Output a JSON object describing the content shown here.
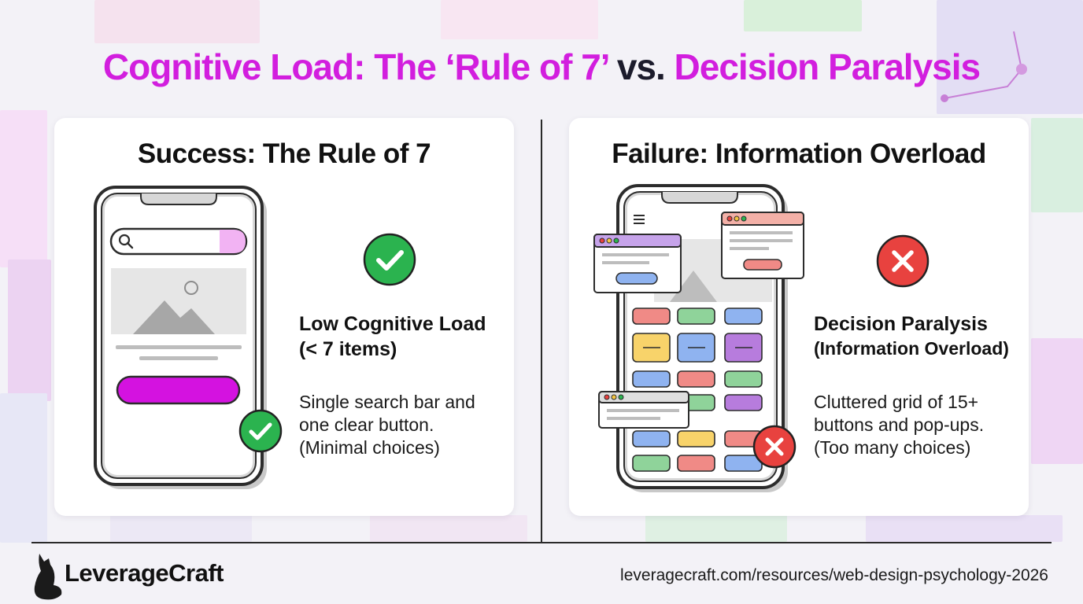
{
  "header": {
    "title_part1": "Cognitive Load: The ‘Rule of 7’",
    "title_vs": "vs.",
    "title_part2": "Decision Paralysis"
  },
  "success_card": {
    "title": "Success: The Rule of 7",
    "heading_line1": "Low Cognitive Load",
    "heading_line2": "(< 7 items)",
    "description_line1": "Single search bar and",
    "description_line2": "one clear button.",
    "description_line3": "(Minimal choices)",
    "status_icon": "check-circle-icon"
  },
  "failure_card": {
    "title": "Failure: Information Overload",
    "heading_line1": "Decision Paralysis",
    "heading_line2": "(Information Overload)",
    "description_line1": "Cluttered grid of 15+",
    "description_line2": "buttons and pop-ups.",
    "description_line3": "(Too many choices)",
    "status_icon": "x-circle-icon"
  },
  "footer": {
    "brand": "LeverageCraft",
    "url": "leveragecraft.com/resources/web-design-psychology-2026"
  },
  "colors": {
    "accent_magenta": "#d21ede",
    "success_green": "#2bb34f",
    "error_red": "#e8423f"
  }
}
